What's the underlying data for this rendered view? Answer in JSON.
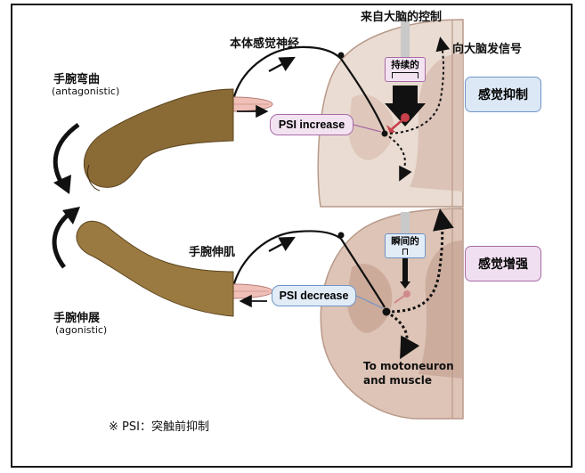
{
  "labels": {
    "somatosensory_nerve": "本体感觉神经",
    "control_from_brain": "来自大脑的控制",
    "signal_to_brain": "向大脑发信号",
    "wrist_flexion": "手腕弯曲",
    "antagonistic": "(antagonistic)",
    "wrist_extension": "手腕伸展",
    "agonistic": "(agonistic)",
    "wrist_extensor": "手腕伸肌",
    "sustained": "持续的",
    "instant": "瞬间的",
    "psi_increase": "PSI increase",
    "psi_decrease": "PSI decrease",
    "sensory_inhibition": "感觉抑制",
    "sensory_enhancement": "感觉增强",
    "to_motoneuron_1": "To motoneuron",
    "to_motoneuron_2": "and muscle",
    "footnote": "※ PSI：突触前抑制"
  },
  "colors": {
    "hand_fur": "#8a6a35",
    "spinal_light": "#eadcd2",
    "spinal_dark": "#d3b7a8",
    "muscle": "#f0c0b8",
    "purple_accent": "#a86aa6",
    "blue_accent": "#6f95c7",
    "red_neuron": "#c8404a"
  }
}
